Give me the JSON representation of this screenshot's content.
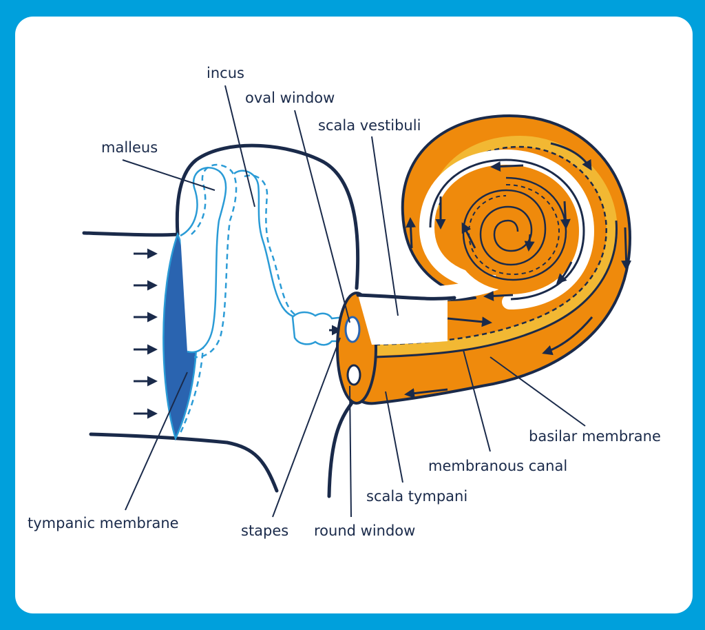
{
  "colors": {
    "frame": "#00a0dc",
    "card": "#ffffff",
    "outline": "#1a2a4a",
    "cochlea": "#ef8a0c",
    "membrane": "#f2b833",
    "tympanic": "#2a64b0",
    "bone_outline": "#2a9bd6"
  },
  "labels": {
    "incus": "incus",
    "oval_window": "oval window",
    "scala_vestibuli": "scala vestibuli",
    "malleus": "malleus",
    "basilar_membrane": "basilar membrane",
    "membranous_canal": "membranous canal",
    "scala_tympani": "scala tympani",
    "tympanic_membrane": "tympanic membrane",
    "stapes": "stapes",
    "round_window": "round window"
  },
  "icons": [
    "sound-wave-arrow-icon",
    "fluid-flow-arrow-icon"
  ]
}
